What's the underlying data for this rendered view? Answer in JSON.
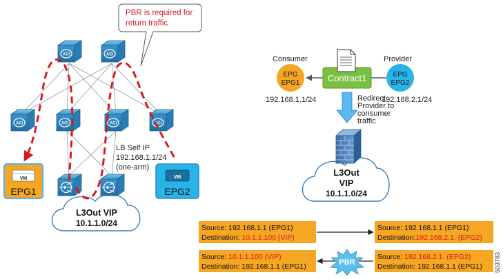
{
  "callout": {
    "line1": "PBR is required for",
    "line2": "return traffic"
  },
  "left": {
    "lb_label": {
      "line1": "LB Self IP",
      "line2": "192.168.1.1/24",
      "line3": "(one-arm)"
    },
    "epg1": "EPG1",
    "epg2": "EPG2",
    "vm": "VM",
    "switch_label": "ACI",
    "cloud": {
      "line1": "L3Out VIP",
      "line2": "10.1.1.0/24"
    }
  },
  "right": {
    "consumer_label": "Consumer",
    "provider_label": "Provider",
    "consumer_epg": {
      "line1": "EPG",
      "line2": "EPG1"
    },
    "provider_epg": {
      "line1": "EPG",
      "line2": "EPG2"
    },
    "contract": "Contract1",
    "consumer_ip": "192.168.1.1/24",
    "provider_ip": "192.168.2.1/24",
    "redirect": {
      "line1": "Redirect",
      "line2": "Provider to",
      "line3": "consumer",
      "line4": "traffic"
    },
    "cloud": {
      "line1": "L3Out",
      "line2": "VIP",
      "line3": "10.1.1.0/24"
    }
  },
  "flows": {
    "row1_left": {
      "source_prefix": "Source: ",
      "source": "192.168.1.1 (EPG1)",
      "dest_prefix": "Destination: ",
      "dest": "10.1.1.100 (VIP)"
    },
    "row1_right": {
      "source_prefix": "Source: ",
      "source": "192.168.1.1 (EPG1)",
      "dest_prefix": "Destination:",
      "dest": "192.168.2.1. (EPG2)"
    },
    "row2_left": {
      "source_prefix": "Source: ",
      "source": "10.1.1.100 (VIP)",
      "dest_prefix": "Destination: ",
      "dest": "192.168.1.1 (EPG1)"
    },
    "row2_right": {
      "source_prefix": "Source: ",
      "source": "192.168.2.1. (EPG2)",
      "dest_prefix": "Destination: ",
      "dest": "192.168.1.1 (EPG1)"
    },
    "pbr": "PBR"
  },
  "figure_id": "503783",
  "colors": {
    "switch": "#4aa3d6",
    "epg_orange": "#f5a623",
    "epg_blue": "#2ab3e8",
    "contract_green": "#7ac143",
    "flow_box": "#f5a623",
    "red": "#d7191c",
    "starburst": "#5bc0eb"
  }
}
